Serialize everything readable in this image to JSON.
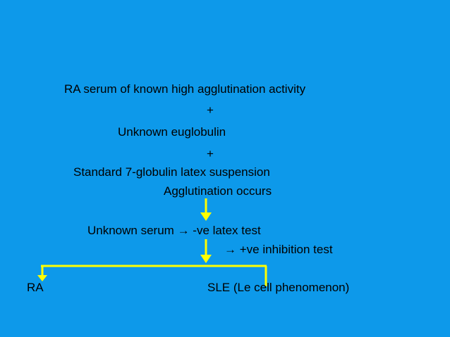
{
  "lines": {
    "line1": "RA serum of known high agglutination activity",
    "plus1": "+",
    "line2": "Unknown euglobulin",
    "plus2": "+",
    "line3": "Standard 7-globulin latex suspension",
    "line4": "Agglutination occurs",
    "line5_prefix": "Unknown serum",
    "line5_suffix": "-ve latex test",
    "line6_suffix": "+ve inhibition test",
    "outcome_left": "RA",
    "outcome_right": "SLE (Le cell phenomenon)"
  },
  "arrow_glyph": "→",
  "colors": {
    "background": "#0d99ea",
    "connector": "#ffff00",
    "text": "#000000"
  }
}
